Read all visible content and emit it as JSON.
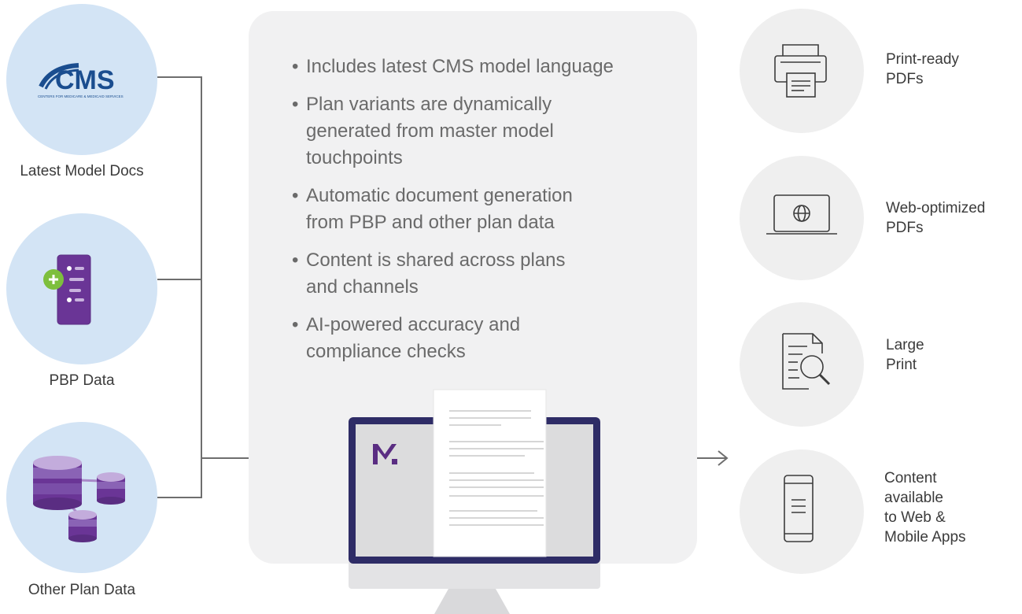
{
  "sources": [
    {
      "label": "Latest Model Docs",
      "icon": "cms-logo",
      "logo_text": "CMS",
      "logo_subtext": "CENTERS FOR MEDICARE & MEDICAID SERVICES"
    },
    {
      "label": "PBP Data",
      "icon": "document-plus-icon"
    },
    {
      "label": "Other Plan Data",
      "icon": "database-icon"
    }
  ],
  "features": [
    {
      "line1": "Includes latest CMS model language"
    },
    {
      "line1": "Plan variants are dynamically",
      "line2": "generated from master model",
      "line3": "touchpoints"
    },
    {
      "line1": "Automatic document generation",
      "line2": "from PBP and other plan data"
    },
    {
      "line1": "Content is shared across plans",
      "line2": "and channels"
    },
    {
      "line1": "AI-powered accuracy and",
      "line2": "compliance checks"
    }
  ],
  "outputs": [
    {
      "line1": "Print-ready",
      "line2": "PDFs",
      "icon": "printer-icon"
    },
    {
      "line1": "Web-optimized",
      "line2": "PDFs",
      "icon": "laptop-globe-icon"
    },
    {
      "line1": "Large",
      "line2": "Print",
      "icon": "document-magnifier-icon"
    },
    {
      "line1": "Content",
      "line2": "available",
      "line3": "to Web &",
      "line4": "Mobile Apps",
      "icon": "mobile-phone-icon"
    }
  ],
  "colors": {
    "source_circle": "#d3e4f5",
    "output_circle": "#efefef",
    "panel": "#f1f1f2",
    "brand_purple": "#5a2d82",
    "monitor_frame": "#2e2c66",
    "cms_blue": "#1a4d8f"
  }
}
